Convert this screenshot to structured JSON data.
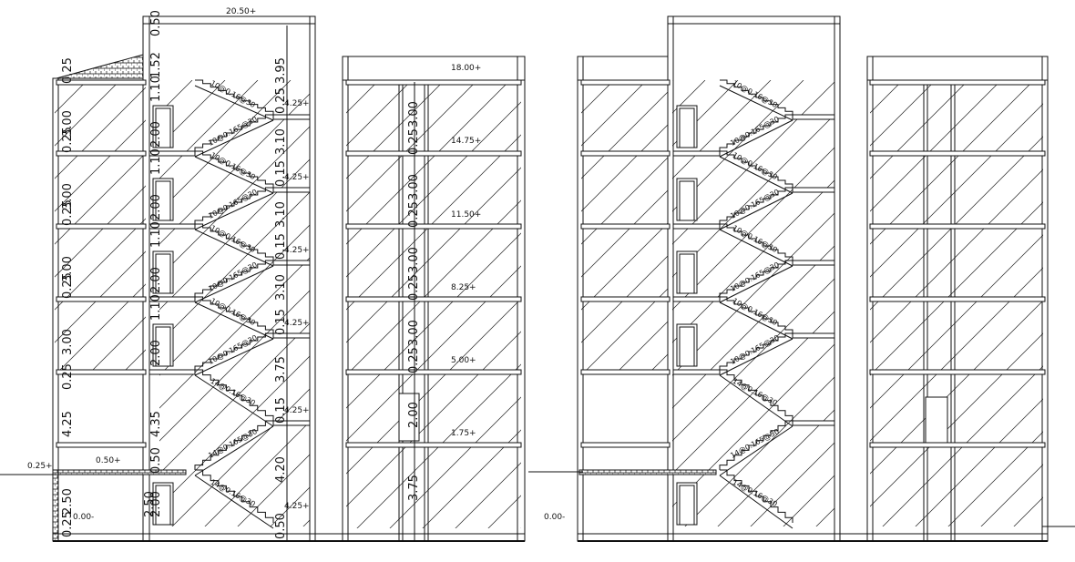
{
  "title": "",
  "elevations": [
    "20.50+",
    "18.00+",
    "14.75+",
    "11.50+",
    "8.25+",
    "5.00+",
    "1.75+",
    "0.25+",
    "0.50+",
    "0.00-",
    "0.00-"
  ],
  "landing_levels": [
    "4.25+",
    "4.25+",
    "4.25+",
    "4.25+",
    "4.25+",
    "4.25+"
  ],
  "left_dims": [
    "0.25",
    "3.00",
    "0.25",
    "3.00",
    "0.25",
    "3.00",
    "0.25",
    "3.00",
    "0.25",
    "4.25",
    "2.50",
    "0.25"
  ],
  "stair_dims": [
    "2.50",
    "1.10",
    "2.00",
    "1.10",
    "2.00",
    "1.10",
    "2.00",
    "1.10",
    "2.00",
    "4.35",
    "2.00",
    "0.50",
    "1.52",
    "0.50"
  ],
  "mid_dims": [
    "3.95",
    "0.25",
    "3.10",
    "0.15",
    "3.10",
    "0.15",
    "3.10",
    "0.15",
    "3.75",
    "0.15",
    "4.20",
    "0.50"
  ],
  "right_dims": [
    "3.00",
    "0.25",
    "3.00",
    "0.25",
    "3.00",
    "0.25",
    "3.00",
    "0.25",
    "2.00",
    "3.75"
  ],
  "stair_labels_a": [
    "10@0.16@30",
    "10@0.165@30",
    "10@0.16@30",
    "10@0.165@30",
    "10@0.16@30",
    "10@0.165@30",
    "10@0.16@30",
    "10@0.165@30",
    "14@0.16@30",
    "14@0.165@30",
    "14@0.16@30"
  ],
  "stair_labels_b": [
    "10@0.16@30",
    "10@0.165@30",
    "10@0.16@30",
    "10@0.165@30",
    "10@0.16@30",
    "10@0.165@30",
    "10@0.16@30",
    "10@0.165@30",
    "14@0.16@30",
    "14@0.165@30",
    "14@0.16@30"
  ]
}
